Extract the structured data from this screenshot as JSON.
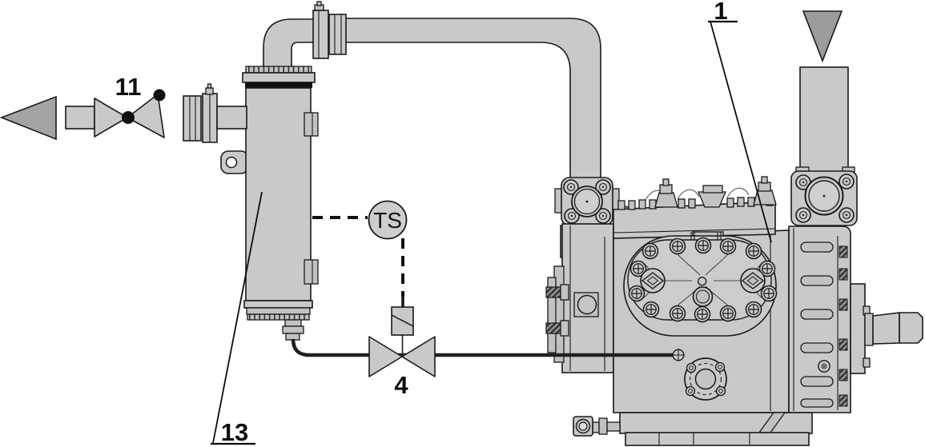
{
  "diagram": {
    "labels": {
      "compressor": "1",
      "oil_solenoid_valve": "4",
      "shutoff_valve": "11",
      "oil_cooler_vessel": "13"
    },
    "instrument": {
      "tag": "TS"
    },
    "colors": {
      "outline": "#1a1a1a",
      "component_fill": "#c9c9c9",
      "panel_fill": "#c2c2c2",
      "flow_arrow_left": "#a4a4a4",
      "flow_arrow_down": "#9c9c9c",
      "gasket_band": "#111111",
      "oil_line": "#202020",
      "background": "#ffffff"
    }
  }
}
